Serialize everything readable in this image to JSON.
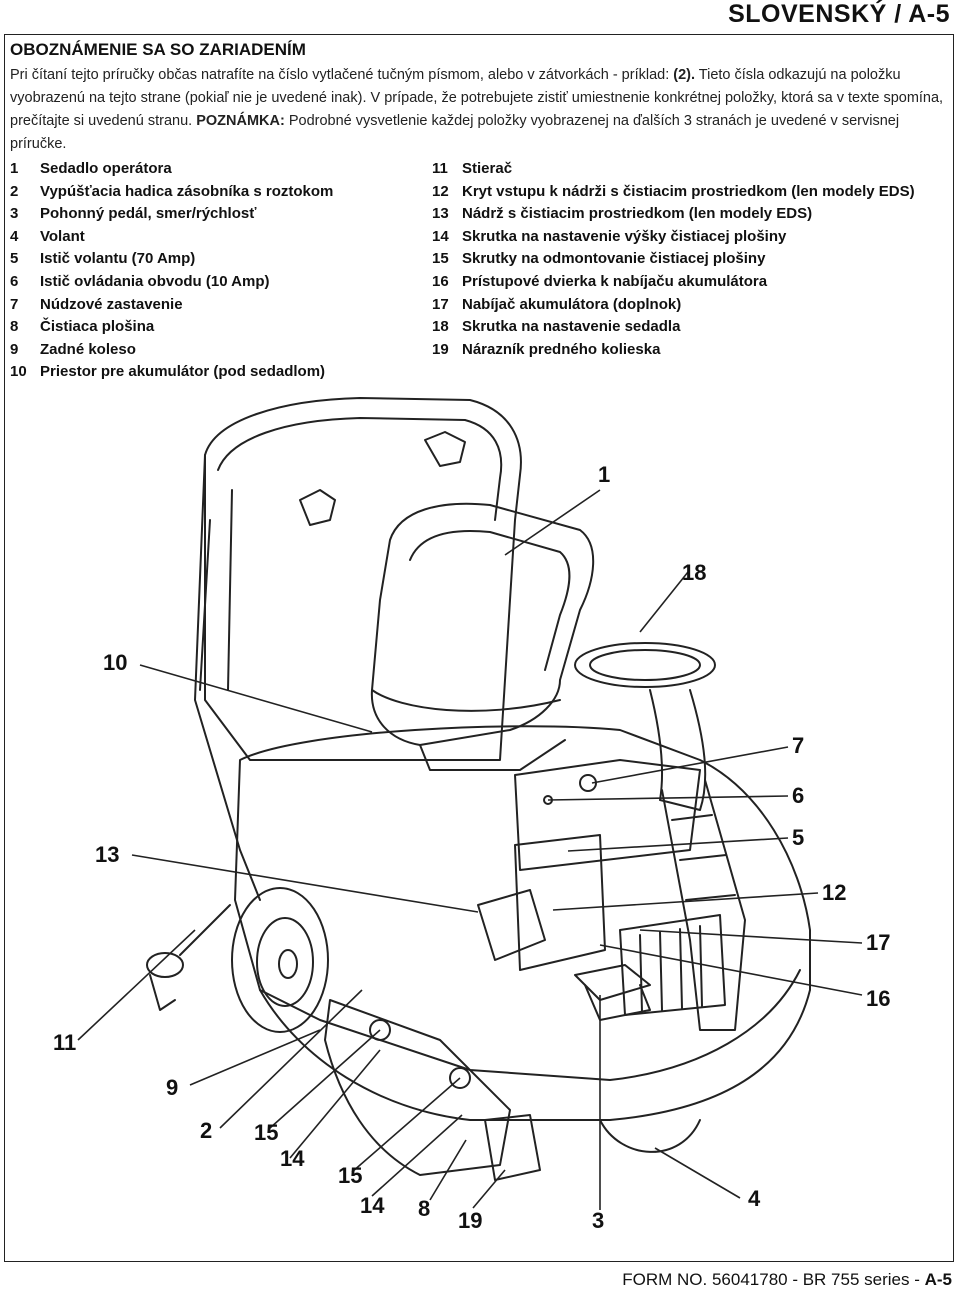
{
  "header": {
    "title": "SLOVENSKÝ / A-5"
  },
  "section": {
    "title": "OBOZNÁMENIE SA SO ZARIADENÍM"
  },
  "intro": {
    "p1": "Pri čítaní tejto príručky občas natrafíte na číslo vytlačené tučným písmom, alebo v zátvorkách - príklad: ",
    "p1_bold": "(2).",
    "p2": "  Tieto čísla odkazujú na položku vyobrazenú na tejto strane (pokiaľ nie je uvedené inak).  V prípade, že potrebujete zistiť umiestnenie konkrétnej položky, ktorá sa v texte spomína, prečítajte si uvedenú stranu.  ",
    "note_label": "POZNÁMKA:",
    "note_text": "  Podrobné vysvetlenie každej položky vyobrazenej na ďalších 3 stranách je uvedené v servisnej príručke."
  },
  "items_left": [
    {
      "num": "1",
      "label": "Sedadlo operátora"
    },
    {
      "num": "2",
      "label": "Vypúšťacia hadica zásobníka s roztokom"
    },
    {
      "num": "3",
      "label": "Pohonný pedál, smer/rýchlosť"
    },
    {
      "num": "4",
      "label": "Volant"
    },
    {
      "num": "5",
      "label": "Istič volantu (70 Amp)"
    },
    {
      "num": "6",
      "label": "Istič ovládania obvodu (10 Amp)"
    },
    {
      "num": "7",
      "label": "Núdzové zastavenie"
    },
    {
      "num": "8",
      "label": "Čistiaca plošina"
    },
    {
      "num": "9",
      "label": "Zadné koleso"
    },
    {
      "num": "10",
      "label": "Priestor pre akumulátor (pod sedadlom)"
    }
  ],
  "items_right": [
    {
      "num": "11",
      "label": "Stierač"
    },
    {
      "num": "12",
      "label": "Kryt vstupu k nádrži s čistiacim prostriedkom (len modely EDS)"
    },
    {
      "num": "13",
      "label": "Nádrž s čistiacim prostriedkom (len modely EDS)"
    },
    {
      "num": "14",
      "label": "Skrutka na nastavenie výšky čistiacej plošiny"
    },
    {
      "num": "15",
      "label": "Skrutky na odmontovanie čistiacej plošiny"
    },
    {
      "num": "16",
      "label": "Prístupové dvierka k nabíjaču akumulátora"
    },
    {
      "num": "17",
      "label": "Nabíjač akumulátora (doplnok)"
    },
    {
      "num": "18",
      "label": "Skrutka na nastavenie sedadla"
    },
    {
      "num": "19",
      "label": "Nárazník predného kolieska"
    }
  ],
  "callouts": {
    "c1": "1",
    "c18": "18",
    "c10": "10",
    "c7": "7",
    "c6": "6",
    "c5": "5",
    "c13": "13",
    "c12": "12",
    "c17": "17",
    "c16": "16",
    "c11": "11",
    "c9": "9",
    "c2": "2",
    "c15a": "15",
    "c14a": "14",
    "c15b": "15",
    "c14b": "14",
    "c8": "8",
    "c19": "19",
    "c3": "3",
    "c4": "4"
  },
  "footer": {
    "text": "FORM NO. 56041780 - BR 755 series - ",
    "page": "A-5"
  }
}
